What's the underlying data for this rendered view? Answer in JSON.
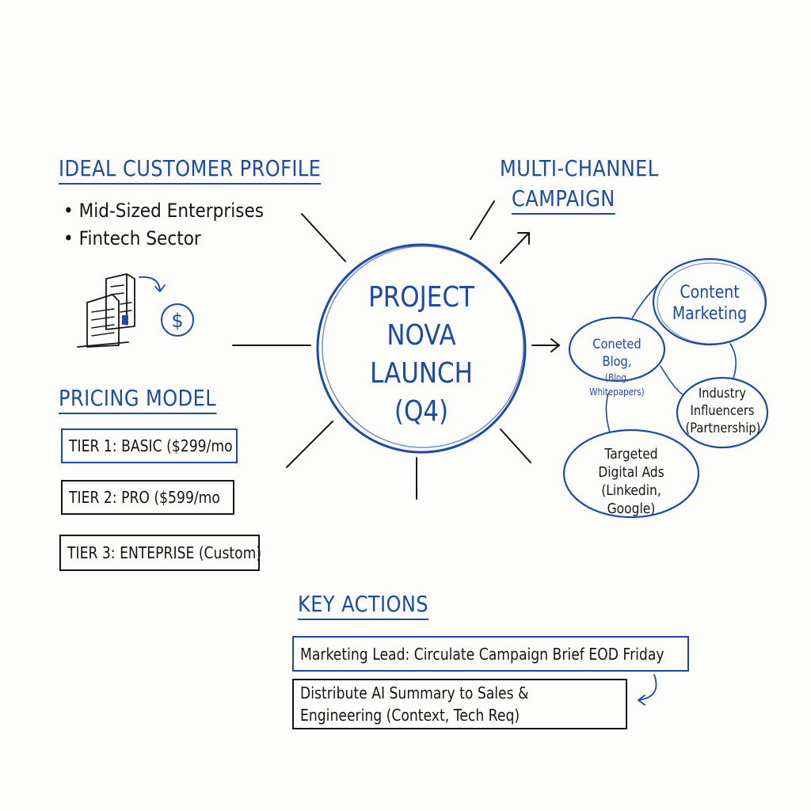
{
  "center": {
    "lines": [
      "PROJECT",
      "NOVA",
      "LAUNCH",
      "(Q4)"
    ]
  },
  "icp": {
    "heading": "IDEAL CUSTOMER PROFILE",
    "bullets": [
      "Mid-Sized Enterprises",
      "Fintech Sector"
    ],
    "icon_building": "building-icon",
    "icon_dollar": "dollar-coin-icon"
  },
  "pricing": {
    "heading": "PRICING MODEL",
    "tiers": [
      "TIER 1: BASIC ($299/mo",
      "TIER 2: PRO ($599/mo",
      "TIER 3: ENTEPRISE (Custom)"
    ]
  },
  "campaign": {
    "heading_line1": "MULTI-CHANNEL",
    "heading_line2": "CAMPAIGN",
    "nodes": {
      "content": [
        "Content",
        "Marketing"
      ],
      "blog": [
        "Coneted Blog,",
        "(Blog, Whitepapers)"
      ],
      "influencers": [
        "Industry",
        "Influencers",
        "(Partnership)"
      ],
      "ads": [
        "Targeted",
        "Digital Ads",
        "(Linkedin, Google)"
      ]
    }
  },
  "actions": {
    "heading": "KEY ACTIONS",
    "items": [
      "Marketing Lead: Circulate Campaign Brief EOD Friday",
      "Distribute AI Summary to Sales &",
      "Engineering (Context, Tech Req)"
    ]
  },
  "colors": {
    "ink_blue": "#1d4aa3",
    "ink_black": "#151515",
    "paper": "#fdfdfc"
  }
}
